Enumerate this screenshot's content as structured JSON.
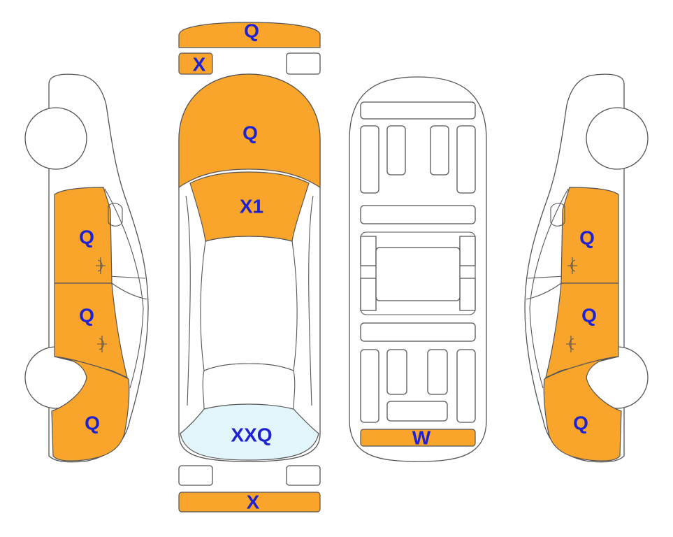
{
  "colors": {
    "damage": "#f9a52c",
    "glass_damage": "#e2f5fb",
    "label": "#1f22d0",
    "outline": "#555555"
  },
  "labels": {
    "front_bumper": "Q",
    "front_grille_left": "X",
    "hood": "Q",
    "windshield": "X1",
    "rear_window": "XXQ",
    "rear_bumper": "X",
    "underbody_rear": "W",
    "left_front_door": "Q",
    "left_rear_door": "Q",
    "left_quarter": "Q",
    "right_front_door": "Q",
    "right_rear_door": "Q",
    "right_quarter": "Q"
  }
}
